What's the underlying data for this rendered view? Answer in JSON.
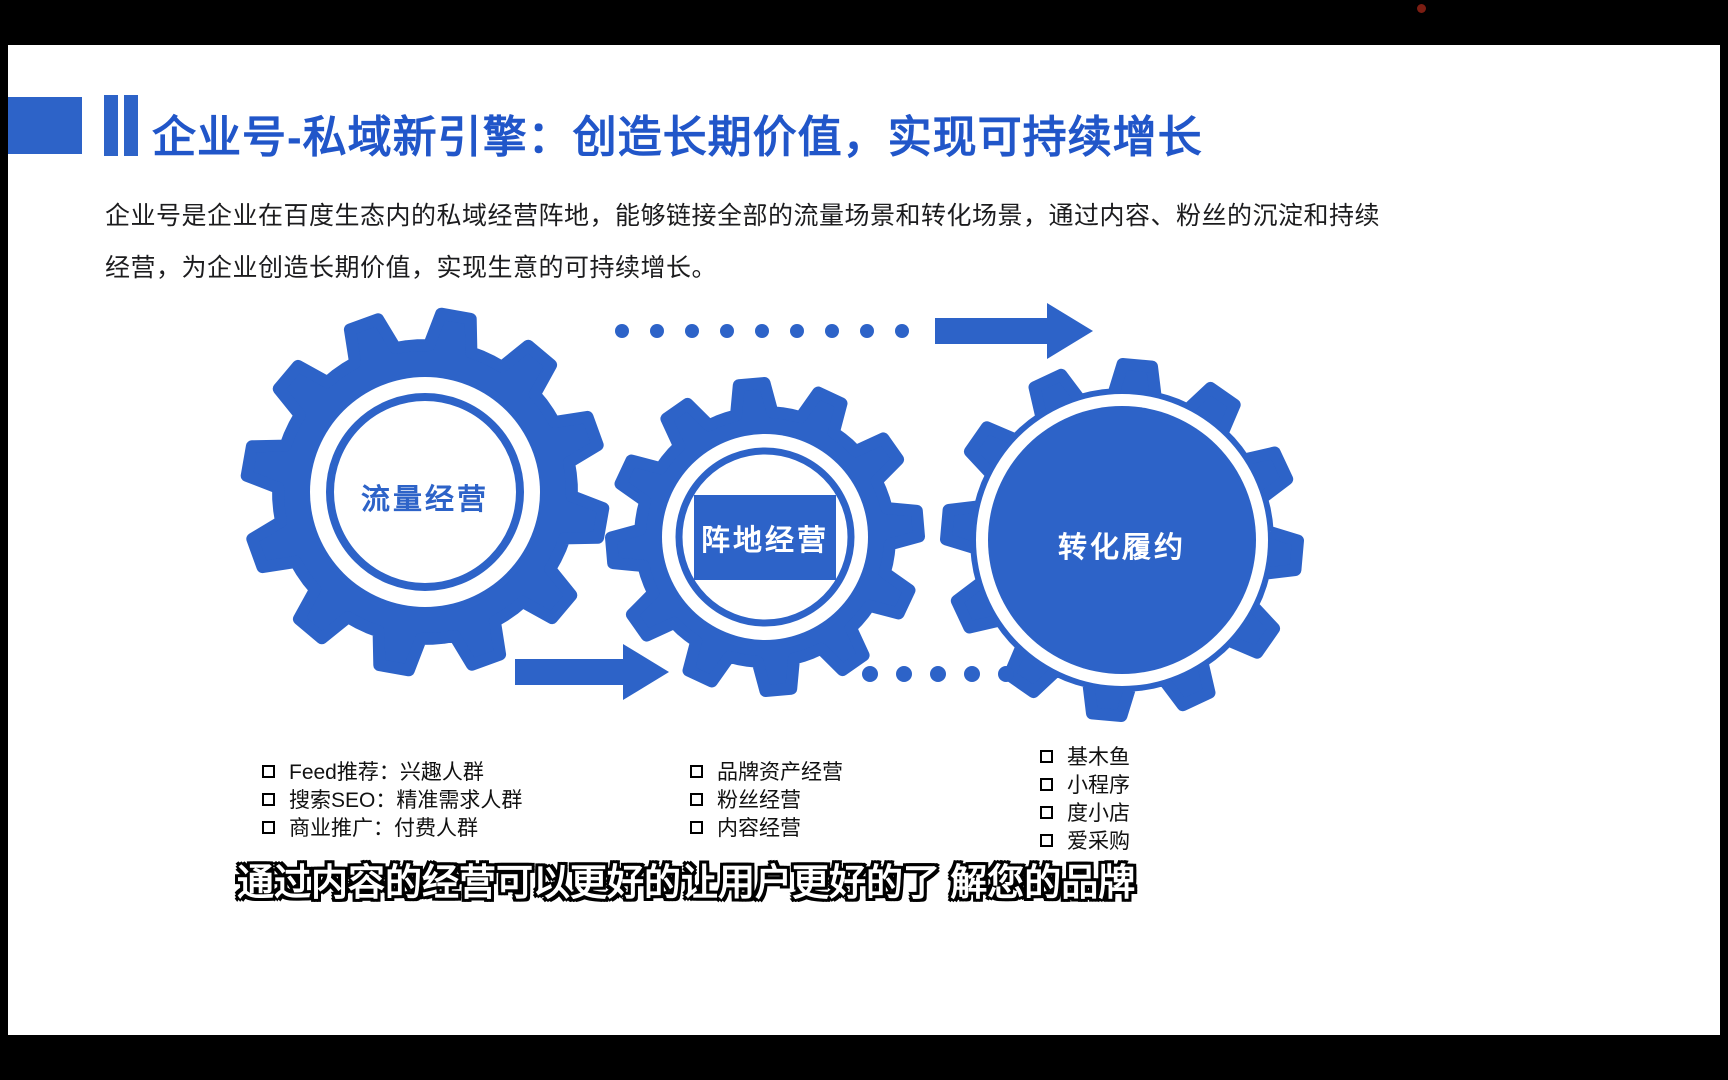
{
  "colors": {
    "accent_blue": "#2d63c8",
    "title_blue": "#2156c9",
    "recording_dot_red": "#7b1d12",
    "subtitle_fill": "#ffffff",
    "subtitle_outline": "#000000"
  },
  "title": "企业号-私域新引擎：创造长期价值，实现可持续增长",
  "intro_lines": [
    "企业号是企业在百度生态内的私域经营阵地，能够链接全部的流量场景和转化场景，通过内容、粉丝的沉淀和持续",
    "经营，为企业创造长期价值，实现生意的可持续增长。"
  ],
  "diagram": {
    "gears": [
      {
        "label": "流量经营",
        "items": [
          "Feed推荐：兴趣人群",
          "搜索SEO：精准需求人群",
          "商业推广：付费人群"
        ]
      },
      {
        "label": "阵地经营",
        "items": [
          "品牌资产经营",
          "粉丝经营",
          "内容经营"
        ]
      },
      {
        "label": "转化履约",
        "items": [
          "基木鱼",
          "小程序",
          "度小店",
          "爱采购"
        ]
      }
    ]
  },
  "subtitle": "通过内容的经营可以更好的让用户更好的了 解您的品牌"
}
